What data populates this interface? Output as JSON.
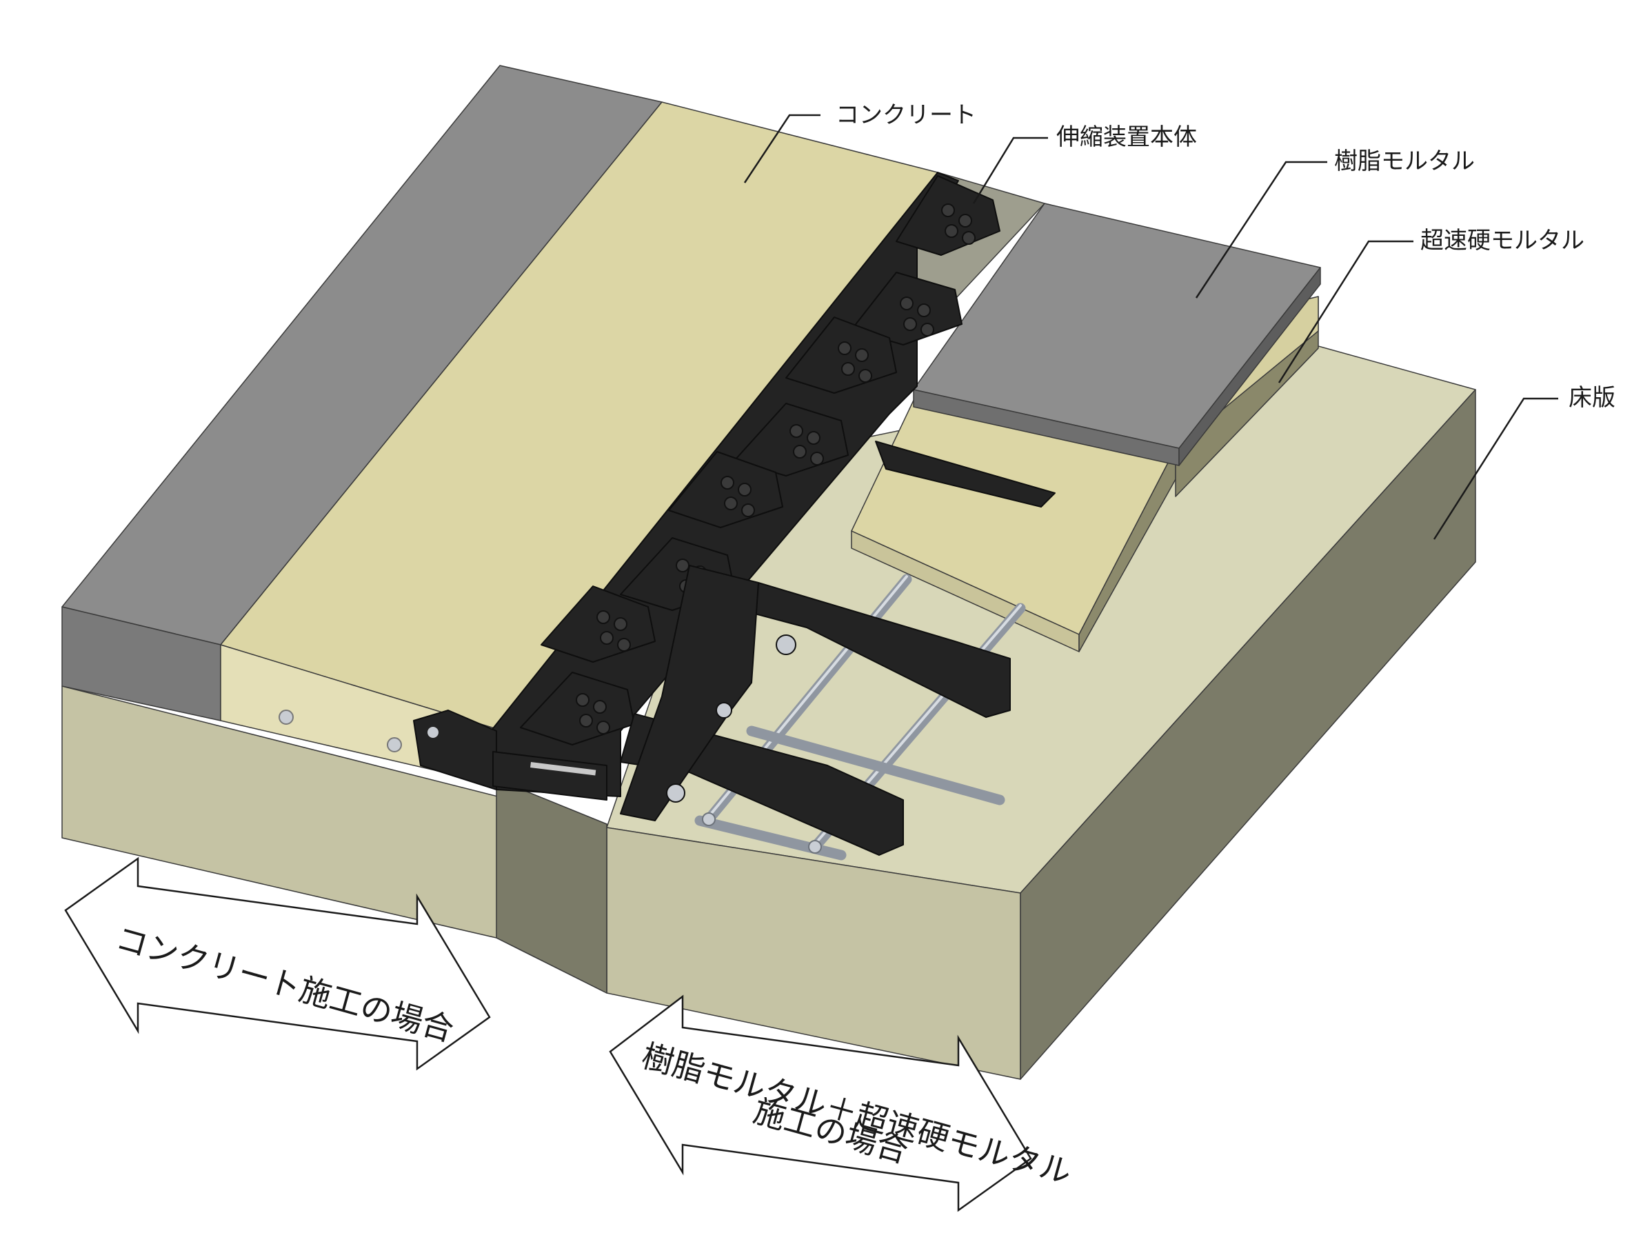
{
  "labels": {
    "concrete": "コンクリート",
    "joint_body": "伸縮装置本体",
    "resin_mortar": "樹脂モルタル",
    "rapid_hardening_mortar": "超速硬モルタル",
    "deck_slab": "床版"
  },
  "arrows": {
    "left": {
      "line1": "コンクリート施工の場合"
    },
    "right": {
      "line1": "樹脂モルタル＋超速硬モルタル",
      "line2": "施工の場合"
    }
  },
  "colors": {
    "concrete_top": "#dcd6a5",
    "concrete_front": "#e4dfb7",
    "asphalt_top": "#8c8c8c",
    "asphalt_side": "#7a7a7a",
    "slab_top": "#d8d7b8",
    "slab_front": "#c5c3a4",
    "slab_side": "#7b7b68",
    "joint_metal": "#232323",
    "rubber_seal": "#9e9e8e",
    "rebar": "#b4bac2"
  }
}
